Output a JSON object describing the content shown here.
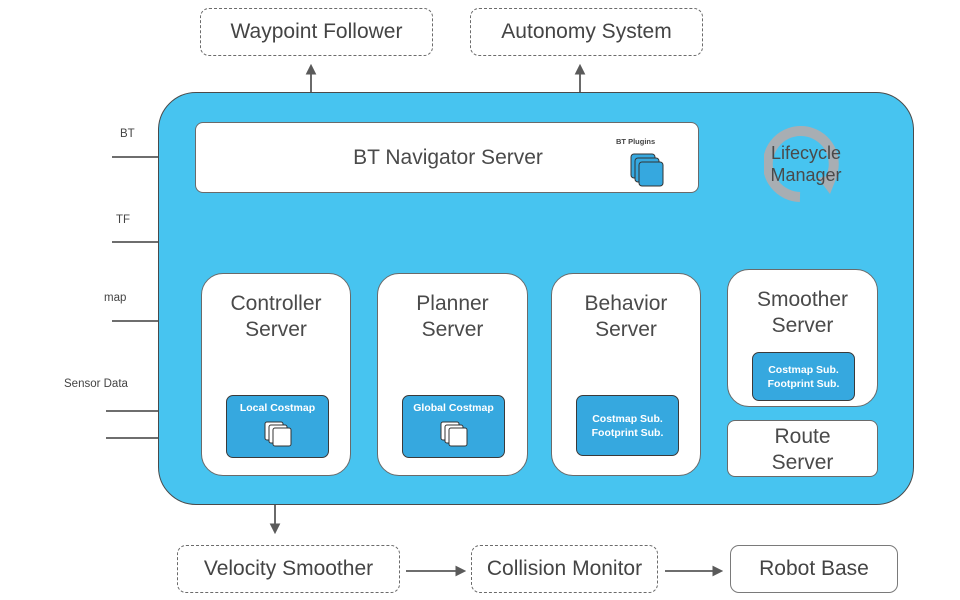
{
  "external": {
    "waypoint_follower": "Waypoint Follower",
    "autonomy_system": "Autonomy System"
  },
  "inputs": {
    "bt": "BT",
    "tf": "TF",
    "map": "map",
    "sensor_data": "Sensor Data"
  },
  "bt_navigator": {
    "title": "BT Navigator Server",
    "plugins_label": "BT Plugins"
  },
  "lifecycle": {
    "line1": "Lifecycle",
    "line2": "Manager"
  },
  "servers": {
    "controller": {
      "line1": "Controller",
      "line2": "Server",
      "costmap": "Local Costmap"
    },
    "planner": {
      "line1": "Planner",
      "line2": "Server",
      "costmap": "Global Costmap"
    },
    "behavior": {
      "line1": "Behavior",
      "line2": "Server",
      "sub1": "Costmap Sub.",
      "sub2": "Footprint Sub."
    },
    "smoother": {
      "line1": "Smoother",
      "line2": "Server",
      "sub1": "Costmap Sub.",
      "sub2": "Footprint Sub."
    },
    "route": {
      "line1": "Route",
      "line2": "Server"
    }
  },
  "output_chain": {
    "velocity_smoother": "Velocity Smoother",
    "collision_monitor": "Collision Monitor",
    "robot_base": "Robot Base"
  }
}
